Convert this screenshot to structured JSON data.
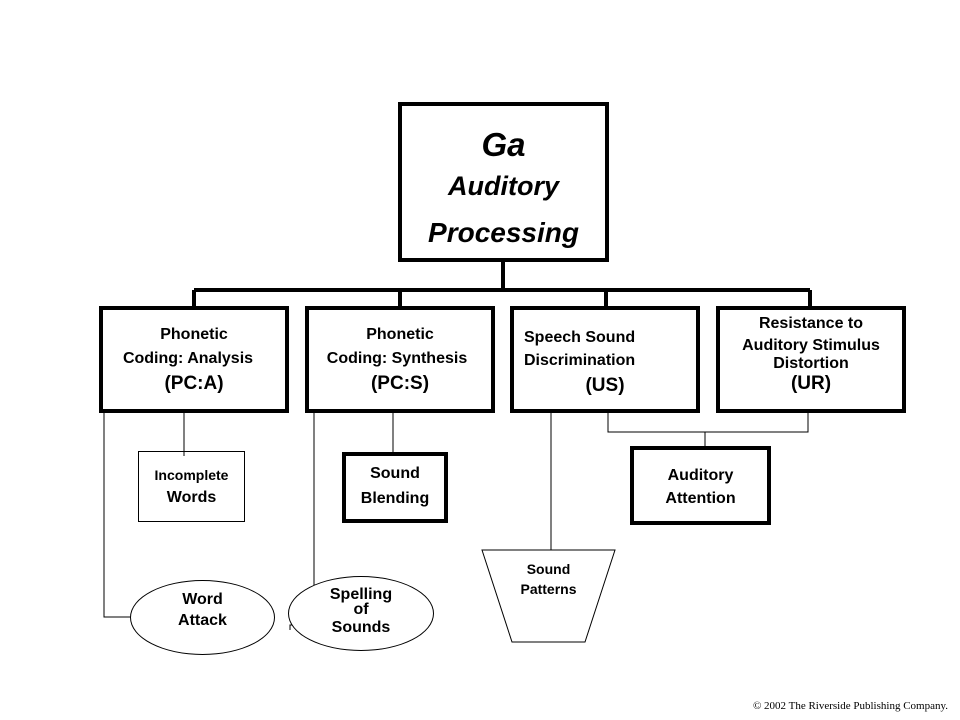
{
  "root": {
    "abbr": "Ga",
    "line1": "Auditory",
    "line2": "Processing"
  },
  "abilities": [
    {
      "line1": "Phonetic",
      "line2": "Coding: Analysis",
      "code": "(PC:A)"
    },
    {
      "line1": "Phonetic",
      "line2": "Coding: Synthesis",
      "code": "(PC:S)"
    },
    {
      "line1": "Speech Sound",
      "line2": "Discrimination",
      "code": "(US)"
    },
    {
      "line1": "Resistance to",
      "line2": "Auditory Stimulus",
      "line3": "Distortion",
      "code": "(UR)"
    }
  ],
  "tests": {
    "incomplete_words": {
      "line1": "Incomplete",
      "line2": "Words"
    },
    "sound_blending": {
      "line1": "Sound",
      "line2": "Blending"
    },
    "auditory_attention": {
      "line1": "Auditory",
      "line2": "Attention"
    },
    "sound_patterns": {
      "line1": "Sound",
      "line2": "Patterns"
    },
    "word_attack": {
      "line1": "Word",
      "line2": "Attack"
    },
    "spelling_of_sounds": {
      "line1": "Spelling",
      "line2": "of",
      "line3": "Sounds"
    }
  },
  "copyright": "© 2002 The Riverside Publishing Company."
}
